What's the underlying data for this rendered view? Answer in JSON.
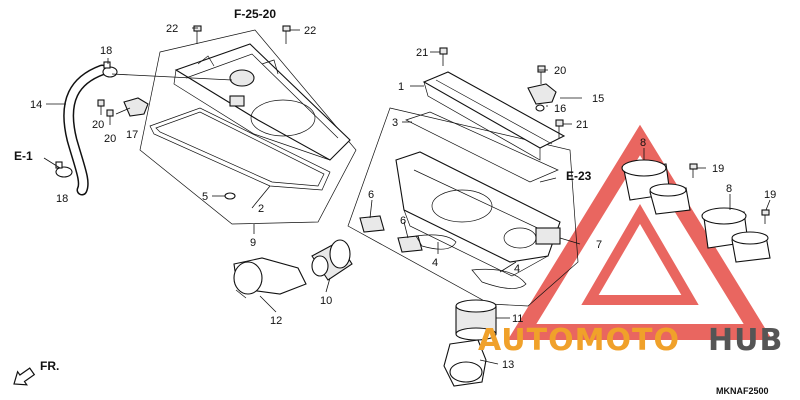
{
  "refs": {
    "top": "F-25-20",
    "left": "E-1",
    "right": "E-23",
    "front": "FR."
  },
  "diagram_code": "MKNAF2500",
  "watermark": {
    "part1": "AUTOMOTO",
    "part2": "HUB",
    "color1": "#f0a12a",
    "color2": "#555555",
    "triangle_color": "#e2332b"
  },
  "callouts": {
    "c22a": "22",
    "c22b": "22",
    "c18a": "18",
    "c18b": "18",
    "c14": "14",
    "c20a": "20",
    "c20b": "20",
    "c17": "17",
    "c5": "5",
    "c2": "2",
    "c9": "9",
    "c21a": "21",
    "c21b": "21",
    "c1": "1",
    "c3": "3",
    "c20c": "20",
    "c15": "15",
    "c16": "16",
    "c6a": "6",
    "c6b": "6",
    "c4a": "4",
    "c4b": "4",
    "c7": "7",
    "c8a": "8",
    "c8b": "8",
    "c19a": "19",
    "c19b": "19",
    "c10": "10",
    "c12": "12",
    "c11": "11",
    "c13": "13"
  }
}
